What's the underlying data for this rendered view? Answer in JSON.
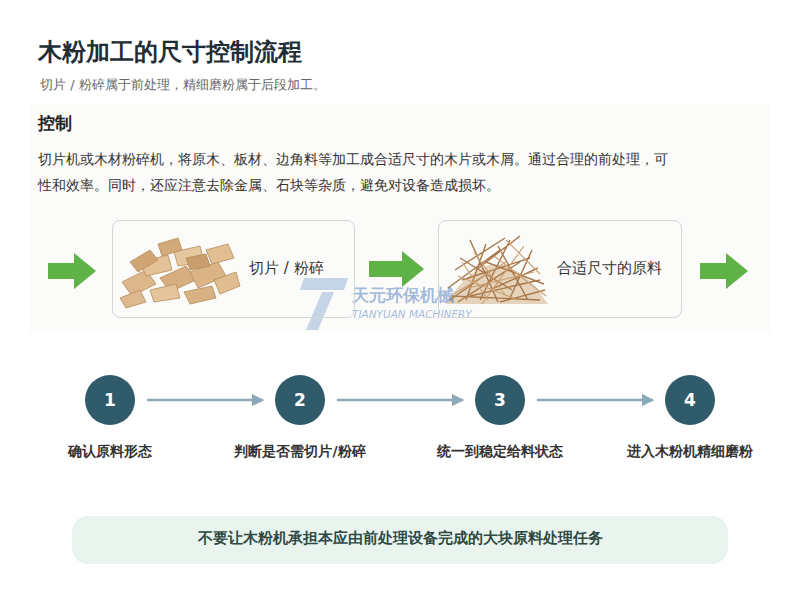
{
  "diagram": {
    "title": "木粉加工的尺寸控制流程",
    "nodes": [
      {
        "text": [
          "切片 / 粉碎"
        ]
      },
      {
        "text": [
          "合适尺寸的原料"
        ]
      },
      {
        "text": [
          "1",
          "确认原料形态"
        ]
      },
      {
        "text": [
          "2",
          "判断是否需切片/粉碎"
        ]
      },
      {
        "text": [
          "3",
          "统一到稳定给料状态"
        ]
      },
      {
        "text": [
          "4",
          "进入木粉机精细磨粉"
        ]
      },
      {
        "text": [
          "不要让木粉机承担本应由前处理设备完成的大块原料处理任务"
        ]
      }
    ],
    "edges": [
      {
        "from": 0,
        "to": 1,
        "arrow": "to"
      },
      {
        "from": 2,
        "to": 3,
        "arrow": "to"
      },
      {
        "from": 3,
        "to": 4,
        "arrow": "to"
      },
      {
        "from": 4,
        "to": 5,
        "arrow": "to"
      }
    ],
    "labels": [
      "切片 / 粉碎属于前处理，精细磨粉属于后段加工。",
      "控制",
      "切片机或木材粉碎机，将原木、板材、边角料等加工成合适尺寸的木片或木屑。通过合理的前处理，可",
      "性和效率。同时，还应注意去除金属、石块等杂质，避免对设备造成损坏。",
      "天元环保机械",
      "TIANYUAN MACHINERY"
    ]
  }
}
